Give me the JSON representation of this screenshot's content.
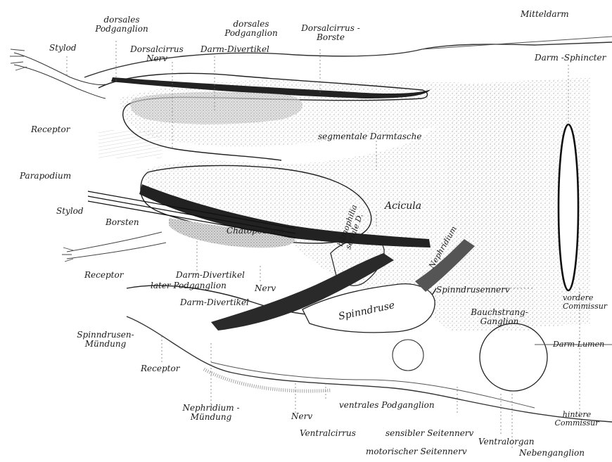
{
  "figure": {
    "labels": {
      "mitteldarm": "Mitteldarm",
      "dorsales_podganglion_left": "dorsales\nPodganglion",
      "dorsales_podganglion_mid": "dorsales\nPodganglion",
      "stylod_top": "Stylod",
      "dorsalcirrus_nerv": "Dorsalcirrus\nNerv",
      "darm_divertikel_top": "Darm-Divertikel",
      "dorsalcirrus_borste": "Dorsalcirrus -\nBorste",
      "darm_sphincter": "Darm -Sphincter",
      "receptor_top": "Receptor",
      "segmentale_darmtasche": "segmentale Darmtasche",
      "parapodium": "Parapodium",
      "acicula": "Acicula",
      "stylod_mid": "Stylod",
      "borsten": "Borsten",
      "chaetopodium": "Chätopodium",
      "haemophilia": "hämophilia\nseriale D.",
      "nephridium": "Nephridium",
      "receptor_mid": "Receptor",
      "darm_divertikel_mid": "Darm-Divertikel",
      "later_podganglion": "later Podganglion",
      "nerv_mid": "Nerv",
      "darm_divertikel_low": "Darm-Divertikel",
      "spinndruse": "Spinndruse",
      "spinndrusennerv": "Spinndrusennerv",
      "vordere_commissur": "vordere\nCommissur",
      "bauchstrang_ganglion": "Bauchstrang-\nGanglion",
      "spinndrusen_mundung": "Spinndrusen-\nMündung",
      "darm_lumen": "Darm-Lumen",
      "receptor_low": "Receptor",
      "nephridium_mundung": "Nephridium -\nMündung",
      "nerv_low": "Nerv",
      "ventrales_podganglion": "ventrales Podganglion",
      "hintere_commissur": "hintere\nCommissur",
      "ventralcirrus": "Ventralcirrus",
      "sensibler_seitennerv": "sensibler Seitennerv",
      "ventralorgan": "Ventralorgan",
      "motorischer_seitennerv": "motorischer Seitennerv",
      "nebenganglion": "Nebenganglion"
    }
  }
}
